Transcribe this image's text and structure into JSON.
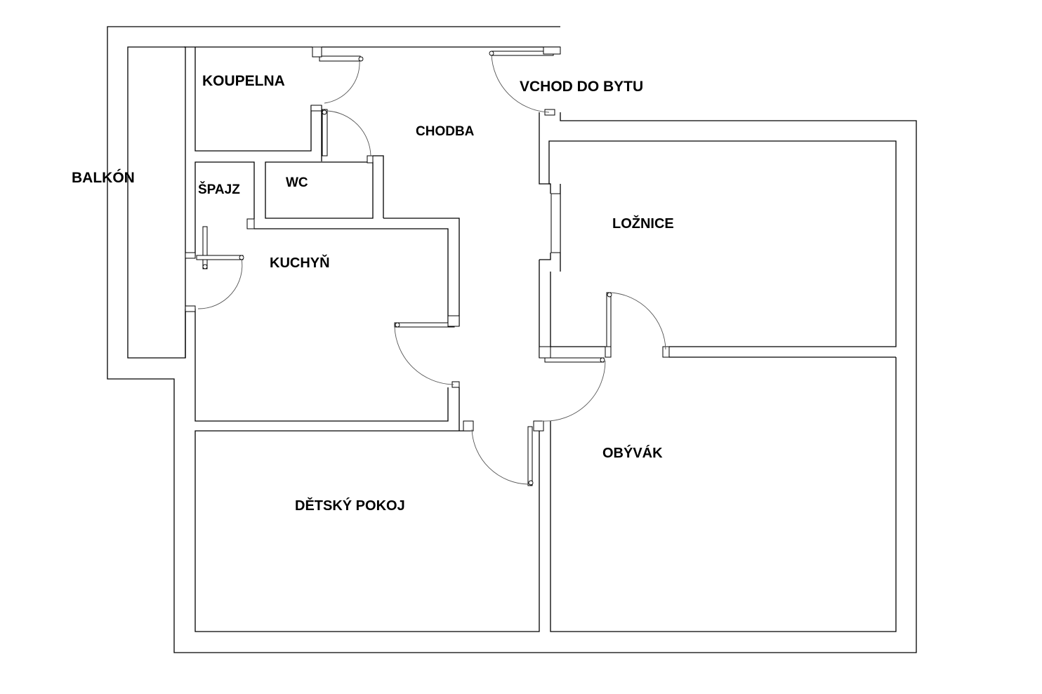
{
  "rooms": {
    "koupelna": "KOUPELNA",
    "vchod": "VCHOD DO BYTU",
    "chodba": "CHODBA",
    "balkon": "BALKÓN",
    "spajz": "ŠPAJZ",
    "wc": "WC",
    "loznice": "LOŽNICE",
    "kuchyn": "KUCHYŇ",
    "obyvak": "OBÝVÁK",
    "detsky_pokoj": "DĚTSKÝ POKOJ"
  },
  "colors": {
    "wall": "#000000",
    "door_swing": "#555555",
    "background": "#ffffff"
  }
}
